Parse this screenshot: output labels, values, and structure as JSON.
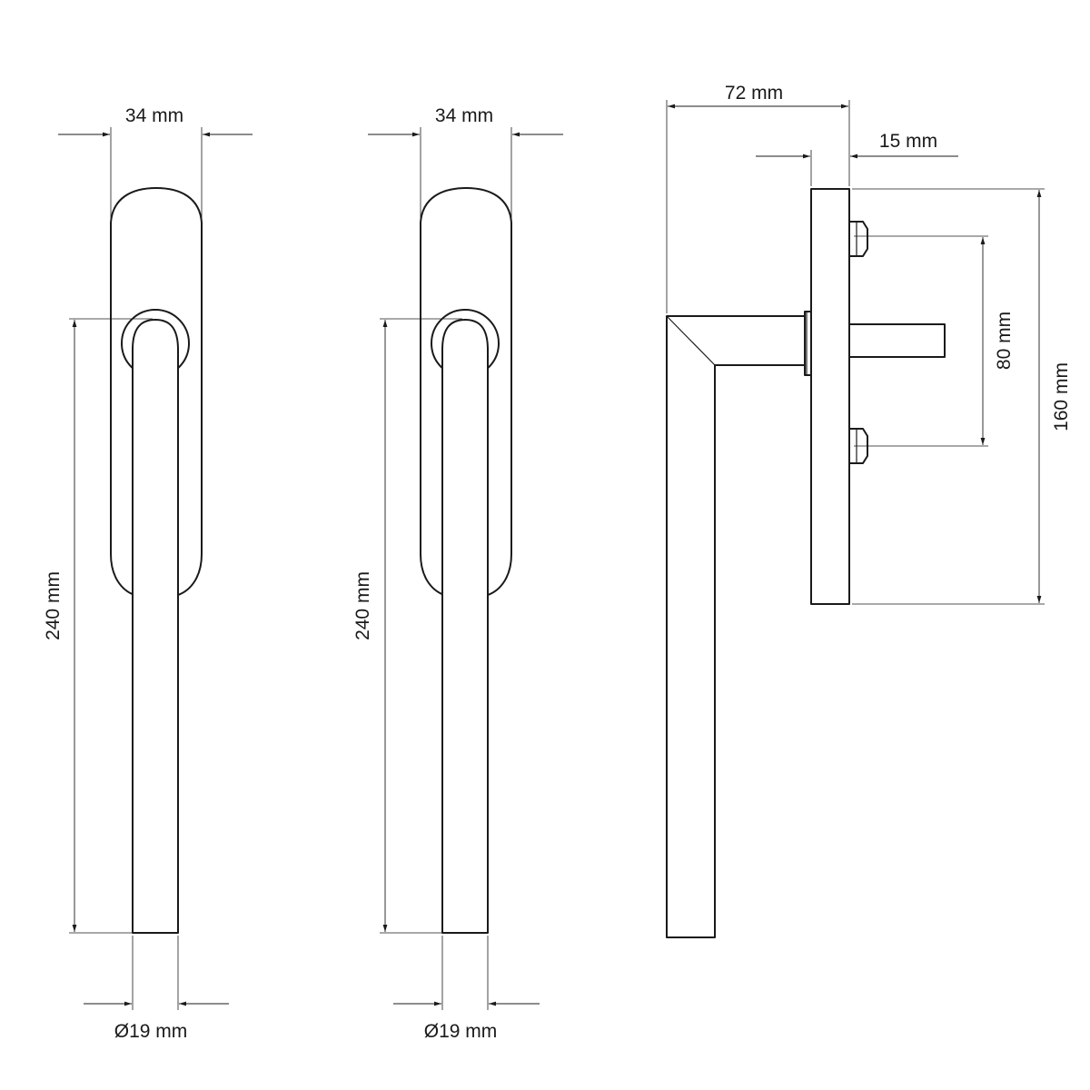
{
  "views": {
    "front_left": {
      "width_label": "34 mm",
      "height_label": "240 mm",
      "diameter_label": "Ø19 mm"
    },
    "front_right": {
      "width_label": "34 mm",
      "height_label": "240 mm",
      "diameter_label": "Ø19 mm"
    },
    "side": {
      "depth_label": "72 mm",
      "plate_label": "15 mm",
      "spacing_label": "80 mm",
      "plate_height_label": "160 mm"
    }
  },
  "colors": {
    "line": "#1a1a1a",
    "background": "#ffffff"
  }
}
